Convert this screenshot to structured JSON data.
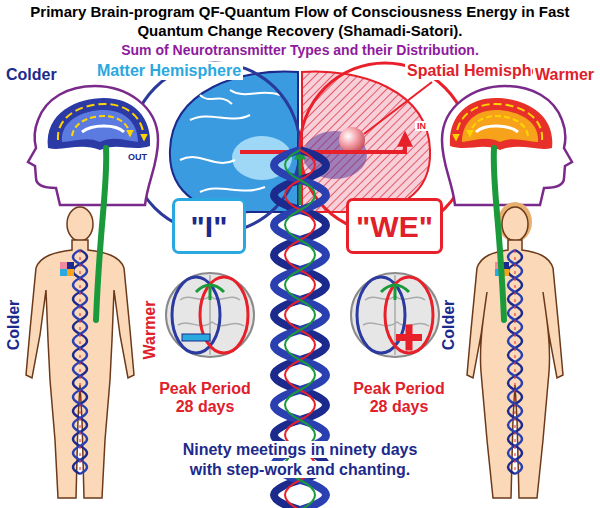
{
  "diagram": {
    "title": "Primary Brain-program QF-Quantum Flow of Consciousness Energy in Fast Quantum Change Recovery (Shamadi-Satori).",
    "caption": "Ninety meetings in ninety days with step-work and chanting.",
    "nodes": [
      {
        "text": [
          "\"I\""
        ]
      },
      {
        "text": [
          "\"WE\""
        ]
      }
    ],
    "labels": [
      "Sum of Neurotransmitter Types and their Distribution.",
      "Matter Hemisphere",
      "Spatial Hemisphere",
      "Colder",
      "Warmer",
      "OUT",
      "IN",
      "Colder",
      "Warmer",
      "Colder",
      "Peak Period 28 days",
      "Peak Period 28 days"
    ]
  }
}
